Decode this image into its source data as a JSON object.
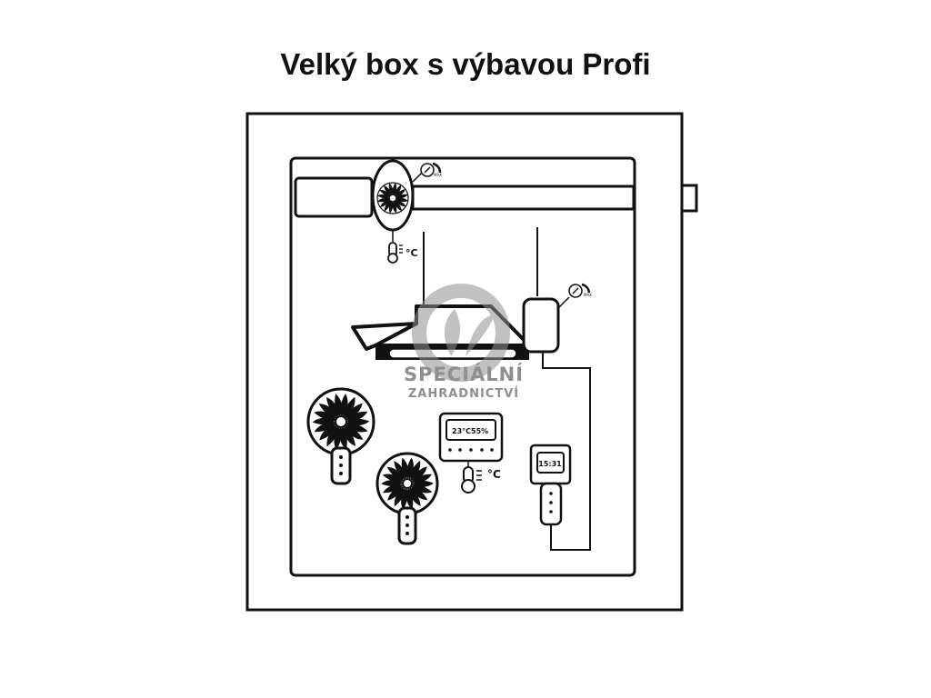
{
  "title": "Velký box s výbavou Profi",
  "labels": {
    "degree_celsius": "°C",
    "thermo_display_temp": "23°C",
    "thermo_display_humidity": "55%",
    "timer_display": "15:31"
  },
  "watermark": {
    "line1": "SPECIÁLNÍ",
    "line2": "ZAHRADNICTVÍ"
  },
  "colors": {
    "line": "#111111",
    "watermark": "#8f8f8f"
  },
  "icons": [
    "exhaust-fan-icon",
    "carbon-filter-icon",
    "speed-dial-icon",
    "thermometer-icon",
    "grow-light-icon",
    "ballast-icon",
    "clip-fan-icon",
    "thermo-hygrometer-icon",
    "timer-icon"
  ]
}
